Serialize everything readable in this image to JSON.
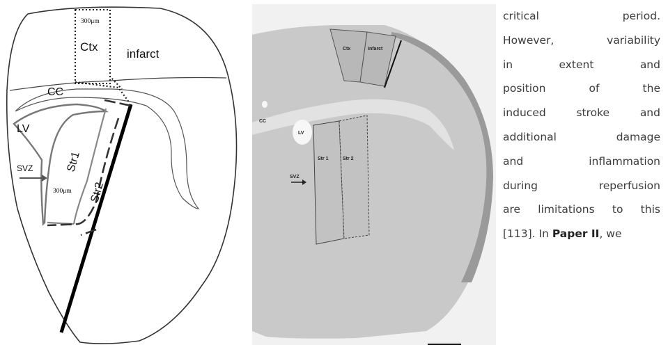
{
  "left_diagram": {
    "labels": {
      "scale_top": "300μm",
      "ctx": "Ctx",
      "infarct": "infarct",
      "cc": "CC",
      "lv": "LV",
      "str1": "Str1",
      "str2": "Str2",
      "svz": "SVZ",
      "scale_bottom": "300μm"
    }
  },
  "micrograph": {
    "labels": {
      "ctx": "Ctx",
      "infarct": "Infarct",
      "cc": "CC",
      "lv": "LV",
      "str1": "Str 1",
      "str2": "Str 2",
      "svz": "SVZ"
    }
  },
  "text": {
    "lines": [
      [
        "critical",
        "period."
      ],
      [
        "However,",
        "variability"
      ],
      [
        "in",
        "extent",
        "and"
      ],
      [
        "position",
        "of",
        "the"
      ],
      [
        "induced",
        "stroke",
        "and"
      ],
      [
        "additional",
        "damage"
      ],
      [
        "and",
        "inflammation"
      ],
      [
        "during",
        "reperfusion"
      ],
      [
        "are",
        "limitations",
        "to",
        "this"
      ]
    ],
    "last_line": {
      "before": "[113]. In ",
      "bold": "Paper II",
      "after": ", we"
    }
  }
}
